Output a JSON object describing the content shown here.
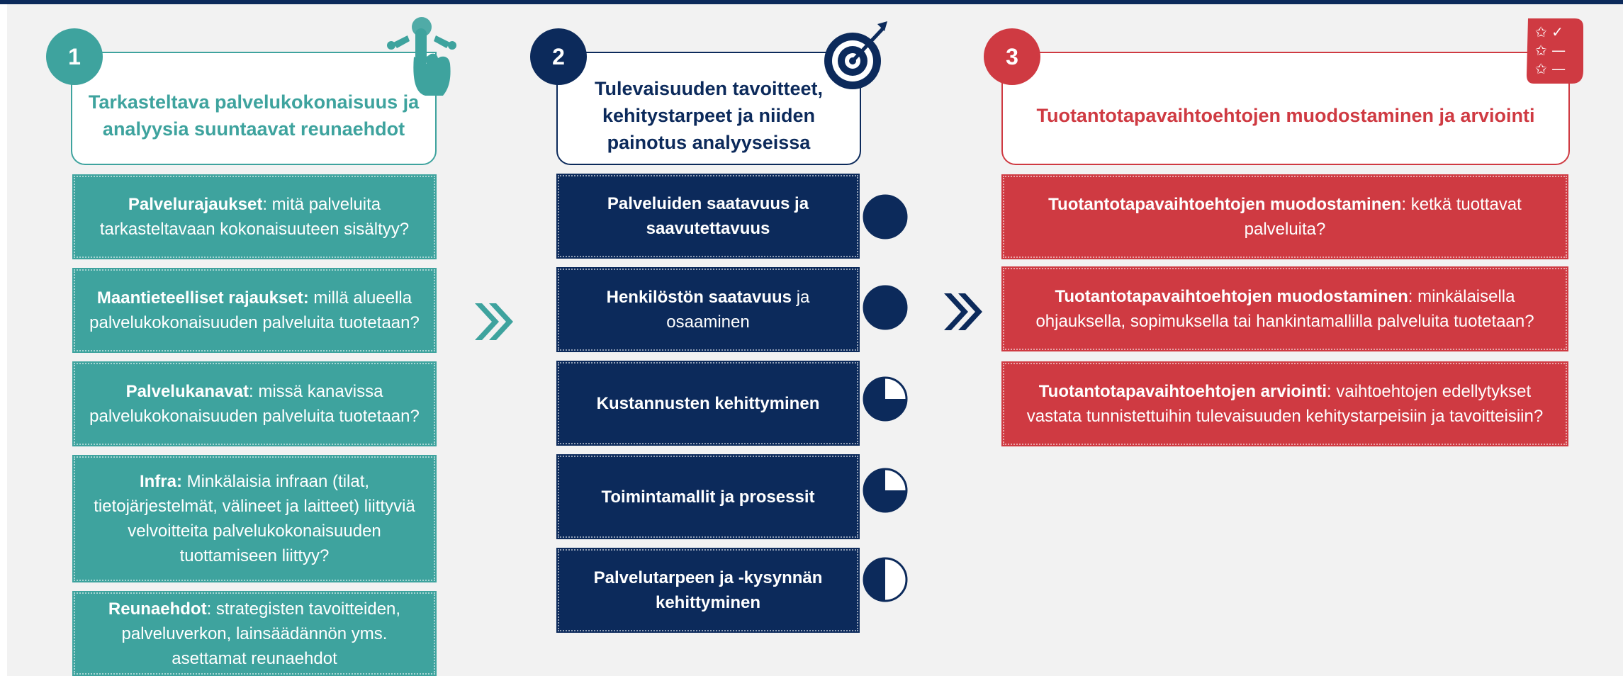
{
  "colors": {
    "teal": "#3ea39e",
    "navy": "#0c2a5b",
    "red": "#cf3a42",
    "background": "#f2f2f2"
  },
  "column1": {
    "number": "1",
    "title": "Tarkasteltava palvelukokonaisuus ja analyysia suuntaavat reunaehdot",
    "icon": "hand-tap-icon",
    "items": [
      {
        "bold": "Palvelurajaukset",
        "text": ": mitä palveluita tarkasteltavaan kokonaisuuteen sisältyy?"
      },
      {
        "bold": "Maantieteelliset rajaukset:",
        "text": " millä alueella palvelukokonaisuuden palveluita tuotetaan?"
      },
      {
        "bold": "Palvelukanavat",
        "text": ": missä kanavissa palvelukokonaisuuden palveluita tuotetaan?"
      },
      {
        "bold": "Infra:",
        "text": " Minkälaisia infraan (tilat, tietojärjestelmät, välineet ja laitteet) liittyviä velvoitteita palvelukokonaisuuden tuottamiseen liittyy?"
      },
      {
        "bold": "Reunaehdot",
        "text": ": strategisten tavoitteiden, palveluverkon, lainsäädännön yms. asettamat reunaehdot"
      }
    ]
  },
  "column2": {
    "number": "2",
    "title": "Tulevaisuuden tavoitteet, kehitystarpeet ja niiden painotus analyyseissa",
    "icon": "target-icon",
    "items": [
      {
        "bold": "Palveluiden saatavuus ja saavutettavuus",
        "text": "",
        "fill": 1.0
      },
      {
        "bold": "Henkilöstön saatavuus",
        "text": " ja osaaminen",
        "fill": 1.0
      },
      {
        "bold": "Kustannusten kehittyminen",
        "text": "",
        "fill": 0.75
      },
      {
        "bold": "Toimintamallit ja prosessit",
        "text": "",
        "fill": 0.75
      },
      {
        "bold": "Palvelutarpeen ja -kysynnän kehittyminen",
        "text": "",
        "fill": 0.5
      }
    ]
  },
  "column3": {
    "number": "3",
    "title": "Tuotantotapavaihtoehtojen muodostaminen ja arviointi",
    "icon": "checklist-icon",
    "items": [
      {
        "bold": "Tuotantotapavaihtoehtojen muodostaminen",
        "text": ": ketkä tuottavat palveluita?"
      },
      {
        "bold": "Tuotantotapavaihtoehtojen muodostaminen",
        "text": ": minkälaisella ohjauksella, sopimuksella tai hankintamallilla palveluita tuotetaan?"
      },
      {
        "bold": "Tuotantotapavaihtoehtojen arviointi",
        "text": ": vaihtoehtojen edellytykset vastata tunnistettuihin tulevaisuuden kehitystarpeisiin ja tavoitteisiin?"
      }
    ]
  }
}
